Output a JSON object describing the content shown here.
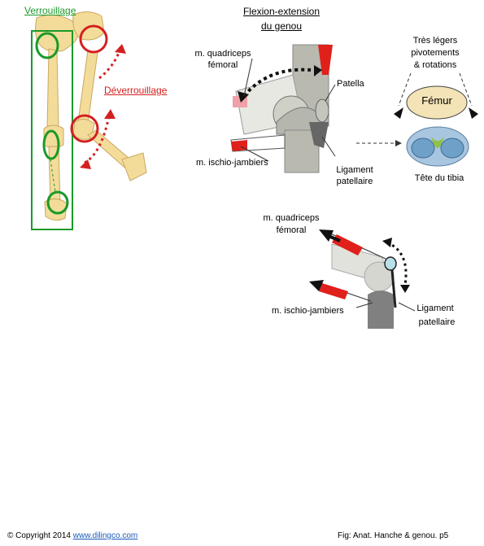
{
  "left": {
    "locking": "Verrouillage",
    "unlocking": "Déverrouillage"
  },
  "center": {
    "title_line1": "Flexion-extension",
    "title_line2": "du genou",
    "quadriceps_line1": "m. quadriceps",
    "quadriceps_line2": "fémoral",
    "patella": "Patella",
    "hamstrings": "m. ischio-jambiers",
    "ligament_line1": "Ligament",
    "ligament_line2": "patellaire"
  },
  "right": {
    "rotations_line1": "Très légers",
    "rotations_line2": "pivotements",
    "rotations_line3": "& rotations",
    "femur": "Fémur",
    "tibia_head": "Tête du tibia"
  },
  "lower": {
    "quadriceps_line1": "m. quadriceps",
    "quadriceps_line2": "fémoral",
    "hamstrings": "m. ischio-jambiers",
    "ligament_line1": "Ligament",
    "ligament_line2": "patellaire"
  },
  "footer": {
    "copyright_prefix": "© Copyright 2014",
    "website": "www.dilingco.com",
    "figure_ref": "Fig:  Anat. Hanche & genou. p5"
  },
  "colors": {
    "lock_green": "#1a9a2a",
    "unlock_red": "#d42020",
    "bone": "#f3dc9a",
    "muscle_red": "#e0201a"
  }
}
